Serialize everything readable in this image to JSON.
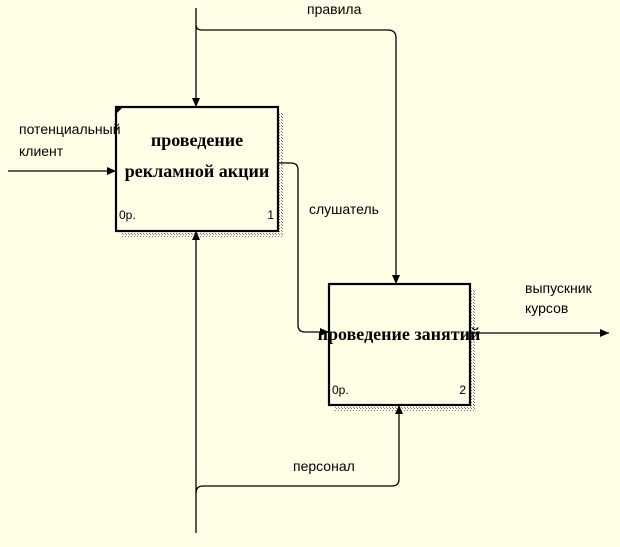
{
  "labels": {
    "rules": "правила",
    "input_line1": "потенциальный",
    "input_line2": "клиент",
    "listener": "слушатель",
    "output_line1": "выпускник",
    "output_line2": "курсов",
    "staff": "персонал"
  },
  "boxes": [
    {
      "title_line1": "проведение",
      "title_line2": "рекламной акции",
      "op": "0р.",
      "number": "1"
    },
    {
      "title": "проведение занятий",
      "op": "0р.",
      "number": "2"
    }
  ]
}
